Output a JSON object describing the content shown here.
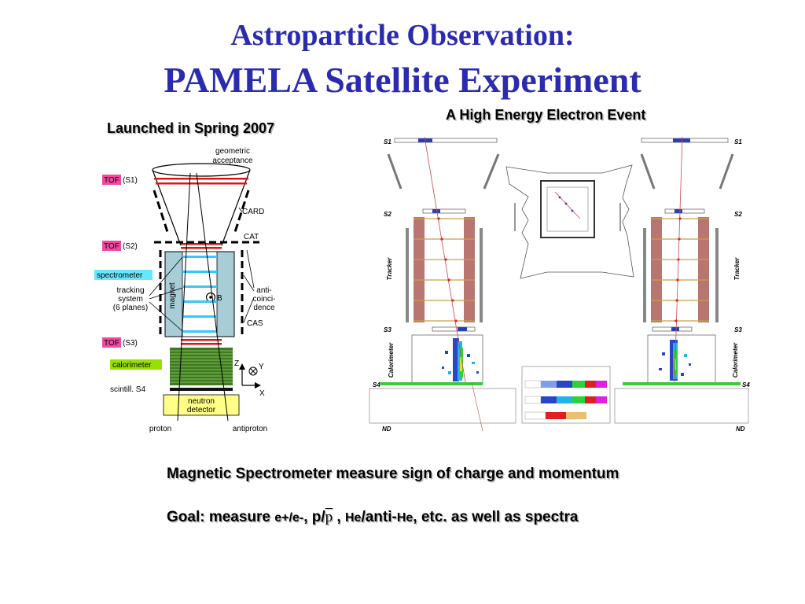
{
  "title": {
    "line1": "Astroparticle Observation:",
    "line2": "PAMELA Satellite Experiment"
  },
  "left_panel": {
    "caption": "Launched in Spring 2007",
    "labels": {
      "geometric": "geometric",
      "acceptance": "acceptance",
      "tof": "TOF",
      "s1": "(S1)",
      "s2": "(S2)",
      "s3": "(S3)",
      "card": "CARD",
      "cat": "CAT",
      "cas": "CAS",
      "spectrometer": "spectrometer",
      "tracking1": "tracking",
      "tracking2": "system",
      "tracking3": "(6 planes)",
      "magnet": "magnet",
      "b_field": "B",
      "anti1": "anti-",
      "anti2": "coinci-",
      "anti3": "dence",
      "calorimeter": "calorimeter",
      "scintill": "scintill. S4",
      "neutron1": "neutron",
      "neutron2": "detector",
      "proton": "proton",
      "antiproton": "antiproton",
      "axis_z": "Z",
      "axis_y": "Y",
      "axis_x": "X"
    },
    "colors": {
      "tof_badge": "#f04aa0",
      "spectrometer_badge": "#66e8ff",
      "calorimeter_badge": "#99e000",
      "neutron_box": "#ffff88",
      "magnet": "#a8cdd6",
      "tof_plane": "#d81818",
      "tracker_plane": "#34c8ff",
      "calorimeter_body": "#3e7a1e"
    }
  },
  "event_display": {
    "caption": "A High Energy Electron Event",
    "labels": {
      "s1_left": "S1",
      "s1_right": "S1",
      "s2_left": "S2",
      "s2_right": "S2",
      "s3_left": "S3",
      "s3_right": "S3",
      "s4_left": "S4",
      "s4_right": "S4",
      "nd_left": "ND",
      "nd_right": "ND",
      "tracker_left": "Tracker",
      "tracker_right": "Tracker",
      "calorimeter_left": "Calorimeter",
      "calorimeter_right": "Calorimeter"
    }
  },
  "bullets": {
    "line1": "Magnetic Spectrometer measure sign of charge and momentum",
    "line2": {
      "a": "Goal: measure ",
      "b": "e+/e-",
      "c": ", p/",
      "d": "p",
      "e": " , ",
      "f": "He",
      "g": "/anti-",
      "h": "He",
      "i": ", etc. as well as spectra"
    }
  }
}
